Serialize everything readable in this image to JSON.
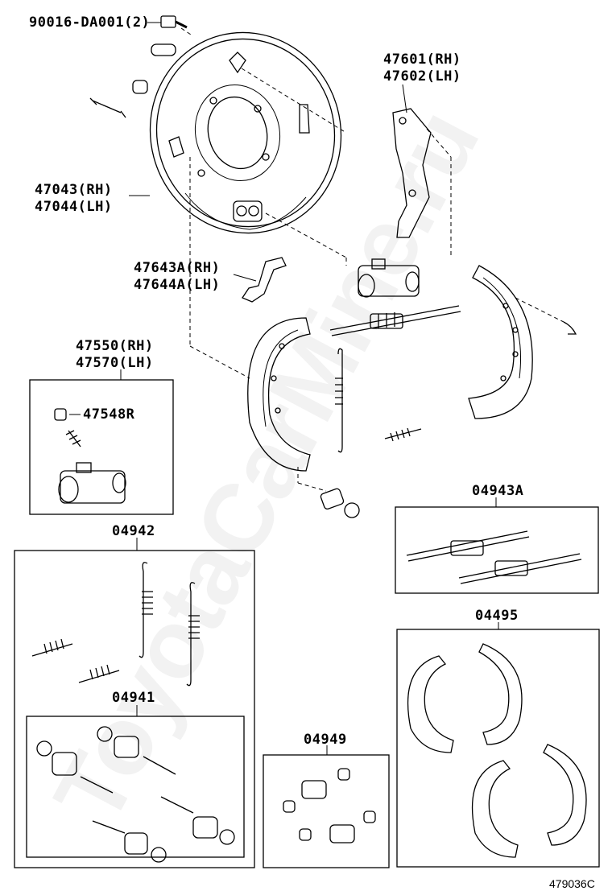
{
  "labels": {
    "bolt": "90016-DA001(2)",
    "backing_plate_rh": "47043(RH)",
    "backing_plate_lh": "47044(LH)",
    "lever_rh": "47601(RH)",
    "lever_lh": "47602(LH)",
    "strut_rh": "47643A(RH)",
    "strut_lh": "47644A(LH)",
    "cylinder_rh": "47550(RH)",
    "cylinder_lh": "47570(LH)",
    "bleeder": "47548R",
    "adjuster_kit": "04943A",
    "spring_kit": "04942",
    "shoe_kit": "04495",
    "hardware_kit": "04941",
    "cylinder_kit": "04949"
  },
  "diagram_code": "479036C",
  "watermark": "ToyotaCarMine.ru"
}
